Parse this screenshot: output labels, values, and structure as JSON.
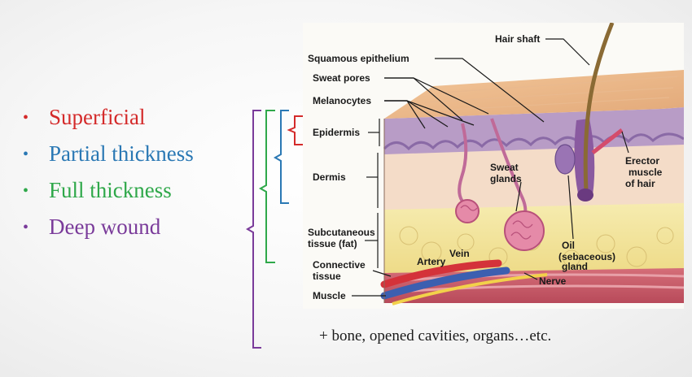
{
  "bullets": [
    {
      "label": "Superficial",
      "color": "#d42a2a"
    },
    {
      "label": "Partial thickness",
      "color": "#2a78b4"
    },
    {
      "label": "Full thickness",
      "color": "#2fa84a"
    },
    {
      "label": "Deep wound",
      "color": "#7a3b9a"
    }
  ],
  "footer_note": "+ bone, opened cavities, organs…etc.",
  "diagram": {
    "labels": {
      "hair_shaft": "Hair shaft",
      "squamous_epithelium": "Squamous epithelium",
      "sweat_pores": "Sweat pores",
      "melanocytes": "Melanocytes",
      "epidermis": "Epidermis",
      "dermis": "Dermis",
      "subcutaneous_1": "Subcutaneous",
      "subcutaneous_2": "tissue (fat)",
      "connective_1": "Connective",
      "connective_2": "tissue",
      "muscle": "Muscle",
      "sweat_glands_1": "Sweat",
      "sweat_glands_2": "glands",
      "artery": "Artery",
      "vein": "Vein",
      "nerve": "Nerve",
      "oil_1": "Oil",
      "oil_2": "(sebaceous)",
      "oil_3": "gland",
      "erector_1": "Erector",
      "erector_2": "muscle",
      "erector_3": "of hair"
    }
  }
}
